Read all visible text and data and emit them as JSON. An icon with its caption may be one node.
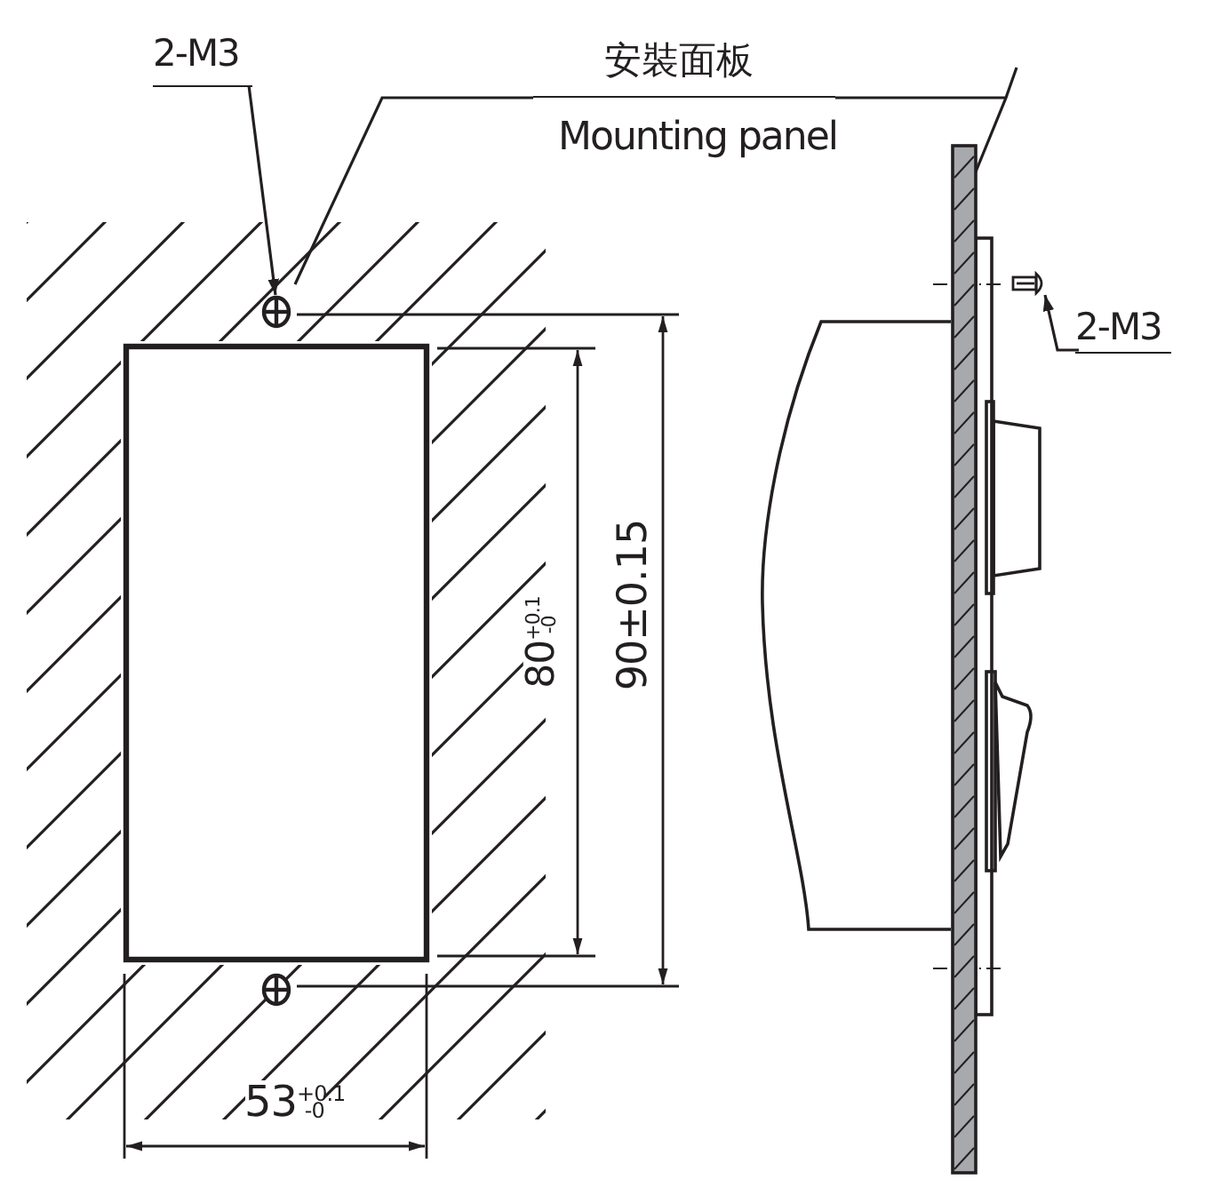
{
  "diagram": {
    "nodes": [
      {
        "text": [
          "2-M3"
        ]
      },
      {
        "text": [
          "安裝面板",
          "Mounting panel"
        ]
      },
      {
        "text": [],
        "shape": "box"
      },
      {
        "text": [],
        "shape": "circle",
        "in": 2
      },
      {
        "text": [],
        "shape": "bar"
      },
      {
        "text": [],
        "shape": "picture"
      },
      {
        "text": [
          "2-M3"
        ]
      }
    ],
    "edges": [
      {
        "from": 0,
        "to": 3,
        "arrow": "to"
      },
      {
        "from": 1,
        "to": 2,
        "arrow": "none"
      },
      {
        "from": 1,
        "to": 4,
        "arrow": "none"
      },
      {
        "from": 6,
        "to": 5,
        "arrow": "to"
      }
    ],
    "labels": [
      "80$^{+0.1}$$_{-0}$",
      "90±0.15",
      "53$^{+0.1}$$_{-0}$"
    ]
  }
}
